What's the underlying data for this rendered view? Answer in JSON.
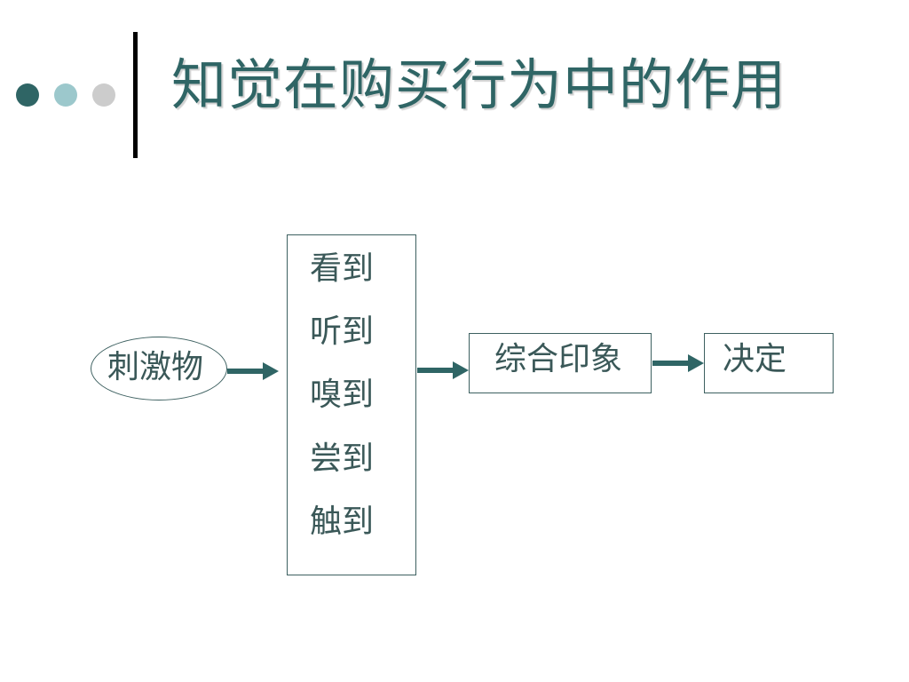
{
  "colors": {
    "accent": "#2f6565",
    "dot_1": "#2f6565",
    "dot_2": "#9cc8cc",
    "dot_3": "#cccccc"
  },
  "title": "知觉在购买行为中的作用",
  "diagram": {
    "stimulus": "刺激物",
    "senses": [
      "看到",
      "听到",
      "嗅到",
      "尝到",
      "触到"
    ],
    "impression": "综合印象",
    "decision": "决定"
  }
}
